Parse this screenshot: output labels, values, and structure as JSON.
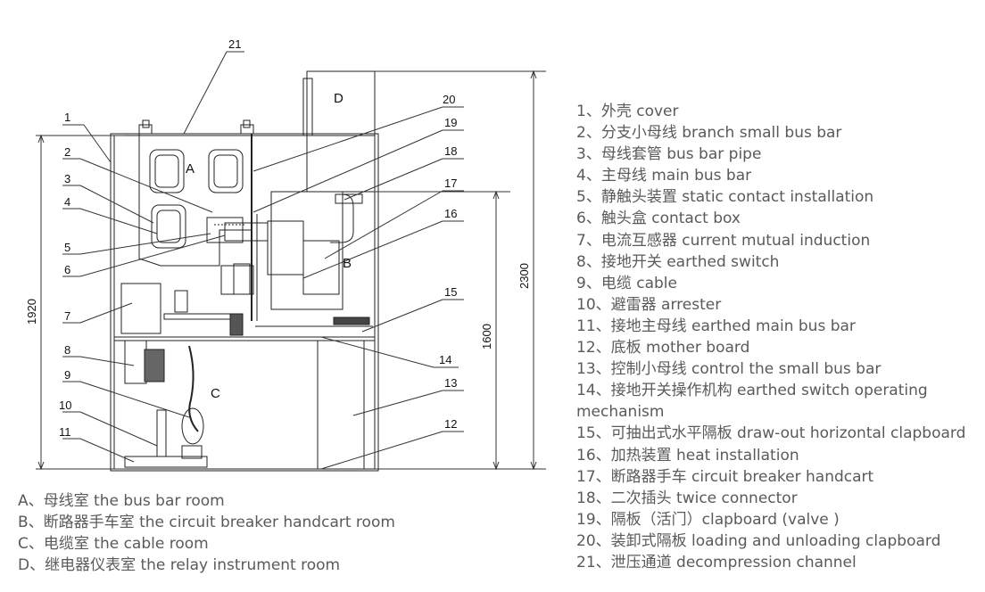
{
  "callouts": [
    "1",
    "2",
    "3",
    "4",
    "5",
    "6",
    "7",
    "8",
    "9",
    "10",
    "11",
    "12",
    "13",
    "14",
    "15",
    "16",
    "17",
    "18",
    "19",
    "20",
    "21"
  ],
  "room_labels": {
    "a": "A",
    "b": "B",
    "c": "C",
    "d": "D"
  },
  "dimensions": {
    "left_height": "1920",
    "right_height": "2300",
    "mid_height": "1600"
  },
  "legend": [
    "1、外壳 cover",
    "2、分支小母线 branch small bus bar",
    "3、母线套管 bus bar pipe",
    "4、主母线 main bus bar",
    "5、静触头装置 static contact installation",
    "6、触头盒 contact box",
    "7、电流互感器 current mutual induction",
    "8、接地开关 earthed switch",
    "9、电缆 cable",
    "10、避雷器 arrester",
    "11、接地主母线 earthed main bus bar",
    "12、底板 mother board",
    "13、控制小母线 control the small bus bar",
    "14、接地开关操作机构 earthed switch operating mechanism",
    "15、可抽出式水平隔板 draw-out horizontal clapboard",
    "16、加热装置 heat installation",
    "17、断路器手车 circuit breaker handcart",
    "18、二次插头 twice connector",
    "19、隔板（活门）clapboard (valve )",
    "20、装卸式隔板 loading and unloading clapboard",
    "21、泄压通道 decompression channel"
  ],
  "rooms": [
    "A、母线室 the bus bar room",
    "B、断路器手车室 the circuit breaker handcart room",
    "C、电缆室 the cable room",
    "D、继电器仪表室 the relay instrument room"
  ]
}
